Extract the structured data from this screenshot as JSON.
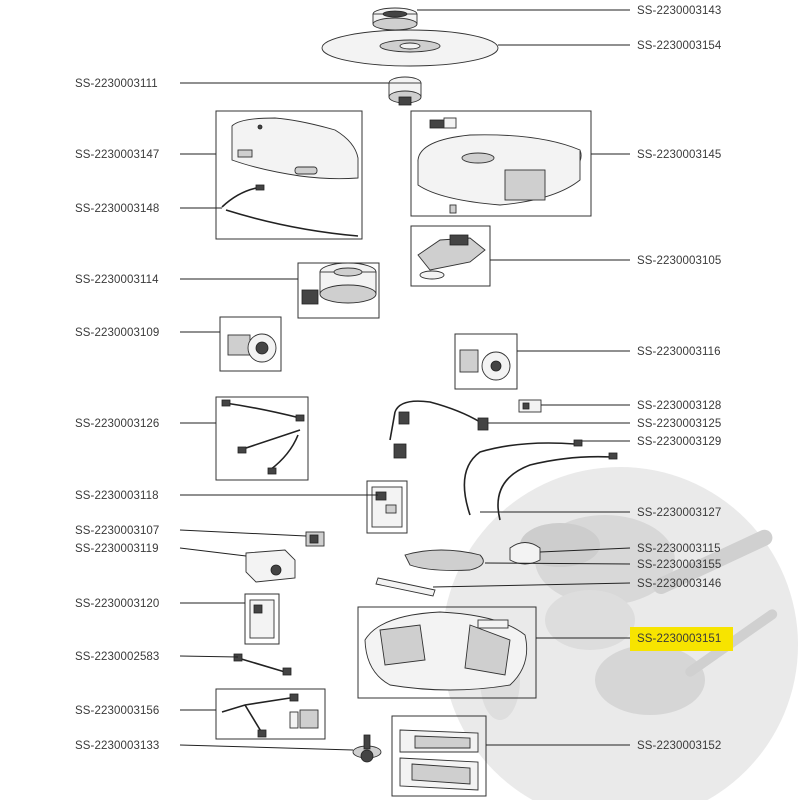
{
  "diagram_title": "",
  "highlight_color": "#f7e400",
  "labels": [
    "SS-2230003143",
    "SS-2230003154",
    "SS-2230003111",
    "SS-2230003147",
    "SS-2230003145",
    "SS-2230003148",
    "SS-2230003105",
    "SS-2230003114",
    "SS-2230003109",
    "SS-2230003116",
    "SS-2230003128",
    "SS-2230003125",
    "SS-2230003126",
    "SS-2230003129",
    "SS-2230003118",
    "SS-2230003127",
    "SS-2230003107",
    "SS-2230003115",
    "SS-2230003119",
    "SS-2230003155",
    "SS-2230003146",
    "SS-2230003120",
    "SS-2230003151",
    "SS-2230002583",
    "SS-2230003156",
    "SS-2230003133",
    "SS-2230003152"
  ],
  "highlighted_label": "SS-2230003151"
}
